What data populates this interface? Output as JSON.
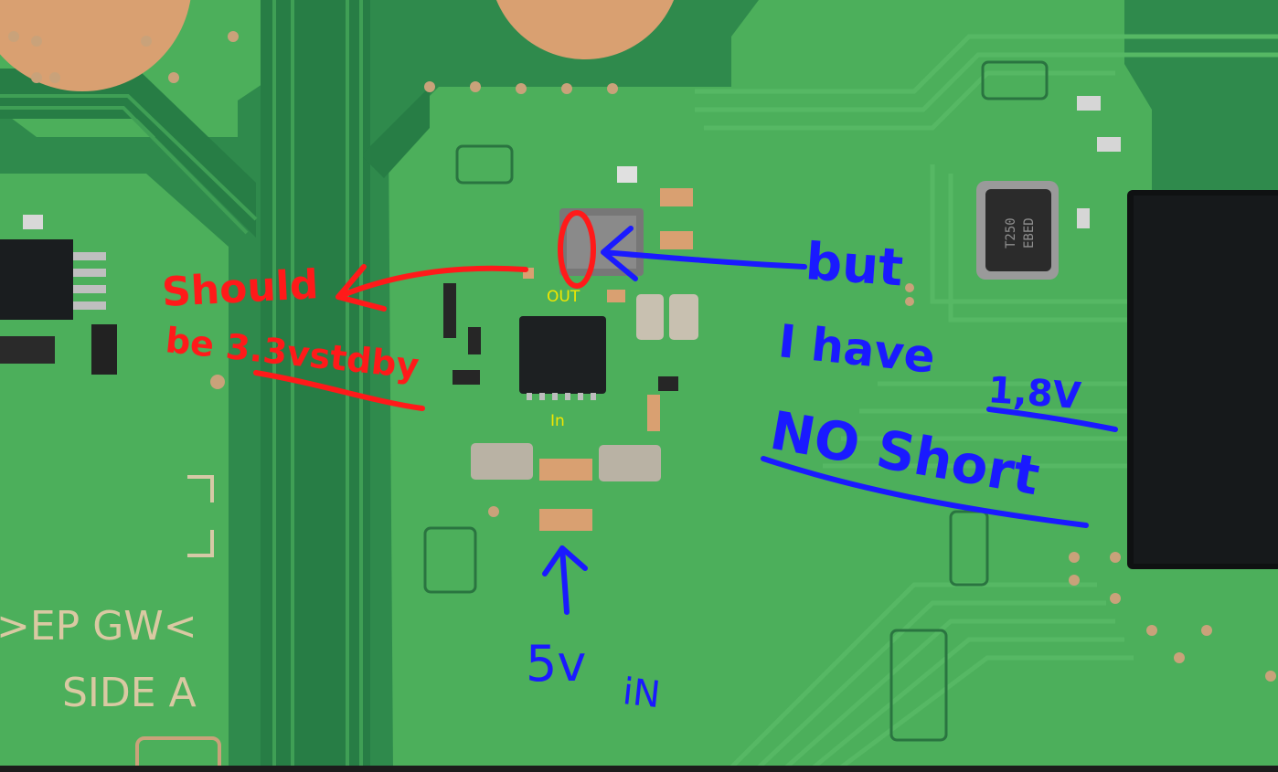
{
  "silkscreen": {
    "line1": ">EP GW<",
    "line2": "SIDE A",
    "inductor_top": "T250",
    "inductor_bottom": "EBED"
  },
  "annotations": {
    "red_note_line1": "Should",
    "red_note_line2": "be 3.3vstdby",
    "yellow_out": "OUT",
    "yellow_in": "In",
    "blue_but": "but",
    "blue_i_have": "I have",
    "blue_voltage": "1,8V",
    "blue_no_short": "NO Short",
    "blue_5v": "5v",
    "blue_in": "iN"
  },
  "colors": {
    "pcb": "#2f8a4c",
    "trace": "#4fb25c",
    "pad_copper": "#d9a071",
    "ink_red": "#ff1a1a",
    "ink_blue": "#1a1aff",
    "ink_yellow": "#f2e600",
    "chip": "#1a1d1f"
  }
}
